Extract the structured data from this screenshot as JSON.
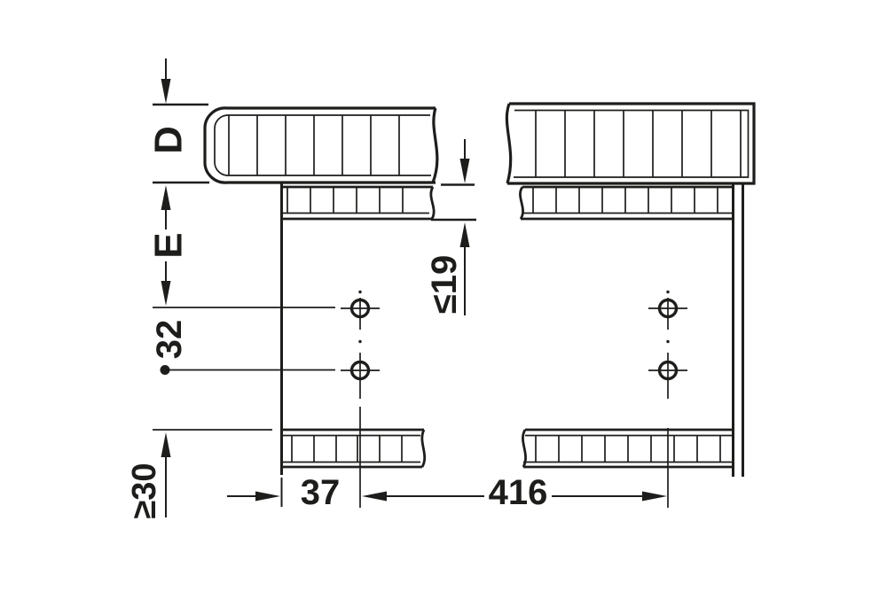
{
  "diagram": {
    "labels": {
      "front_thickness": "D",
      "front_gap": "E",
      "hole_pitch": "32",
      "min_clearance_bottom": "≥30",
      "max_panel_inset": "≤19",
      "front_hole_offset": "37",
      "hole_distance": "416"
    },
    "colors": {
      "line": "#1d1d1b",
      "background": "#ffffff"
    }
  }
}
